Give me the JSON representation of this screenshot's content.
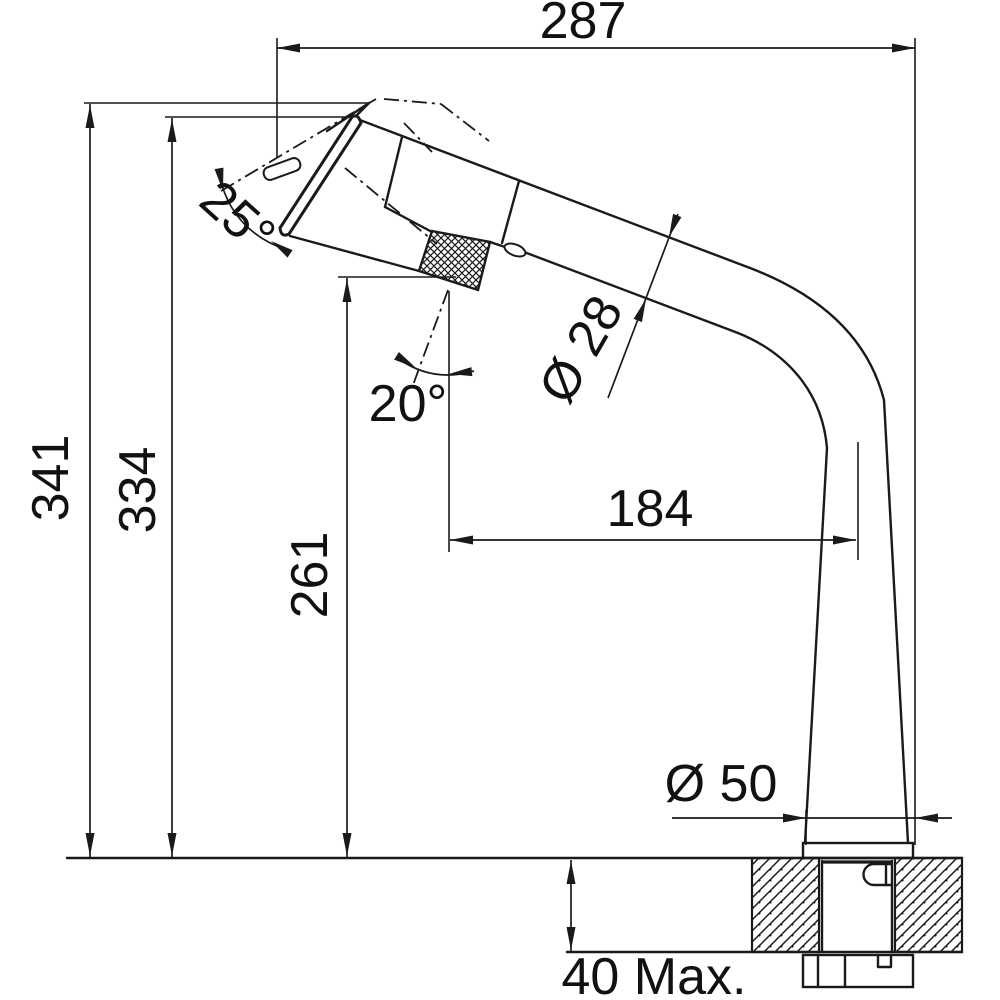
{
  "drawing": {
    "type": "technical-dimension-drawing",
    "subject": "pull-out kitchen faucet, side elevation",
    "background_color": "#ffffff",
    "line_color": "#1a1a1a",
    "labels": {
      "width_overall": "287",
      "height_overall": "341",
      "height_spout_tip": "334",
      "height_grip": "261",
      "reach": "184",
      "spout_diameter": "Ø 28",
      "base_diameter": "Ø 50",
      "grip_angle": "20°",
      "head_angle": "25°",
      "deck_thickness": "40 Max."
    }
  }
}
